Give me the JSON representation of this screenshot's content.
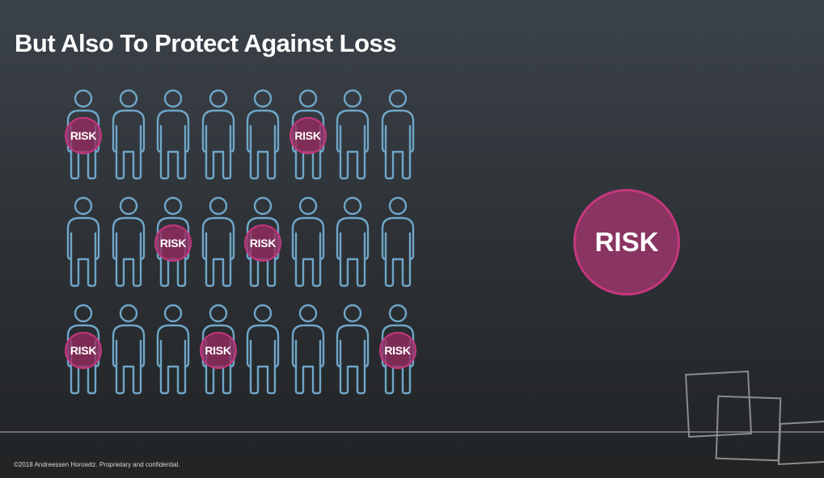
{
  "title": "But Also To Protect Against Loss",
  "people_grid": {
    "rows": 3,
    "cols": 8,
    "risk_label": "RISK",
    "risk_positions": [
      [
        0,
        0
      ],
      [
        0,
        5
      ],
      [
        1,
        2
      ],
      [
        1,
        4
      ],
      [
        2,
        0
      ],
      [
        2,
        3
      ],
      [
        2,
        7
      ]
    ]
  },
  "big_badge_label": "RISK",
  "footer": "©2018 Andreessen Horowitz. Proprietary and confidential.",
  "colors": {
    "person_outline": "#6fa6c9",
    "risk_fill": "#962c60",
    "risk_border": "#c4377e",
    "title": "#ffffff"
  },
  "icons": {
    "person": "person-icon",
    "logo": "logo-mark"
  }
}
